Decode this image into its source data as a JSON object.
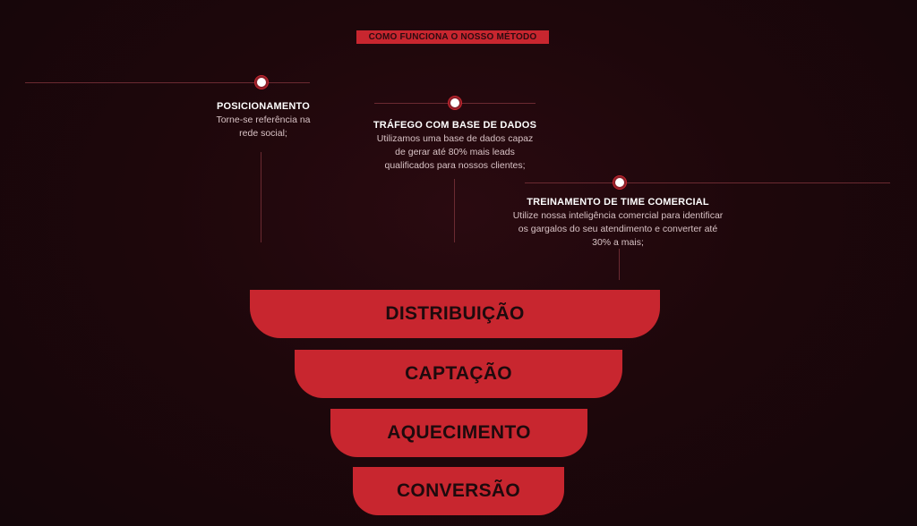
{
  "header": {
    "badge_label": "COMO FUNCIONA O NOSSO MÉTODO"
  },
  "steps": [
    {
      "title": "POSICIONAMENTO",
      "description": "Torne-se referência na rede social;"
    },
    {
      "title": "TRÁFEGO COM BASE DE DADOS",
      "description": "Utilizamos uma base de dados capaz de gerar até 80% mais leads qualificados para nossos clientes;"
    },
    {
      "title": "TREINAMENTO DE TIME COMERCIAL",
      "description": "Utilize nossa inteligência comercial para identificar os gargalos do seu atendimento e converter até 30% a mais;"
    }
  ],
  "funnel": {
    "tiers": [
      "DISTRIBUIÇÃO",
      "CAPTAÇÃO",
      "AQUECIMENTO",
      "CONVERSÃO"
    ]
  },
  "colors": {
    "background": "#1e070b",
    "accent": "#c8262f",
    "connector": "#6b2a31",
    "tier_text": "#1e0a0d"
  }
}
